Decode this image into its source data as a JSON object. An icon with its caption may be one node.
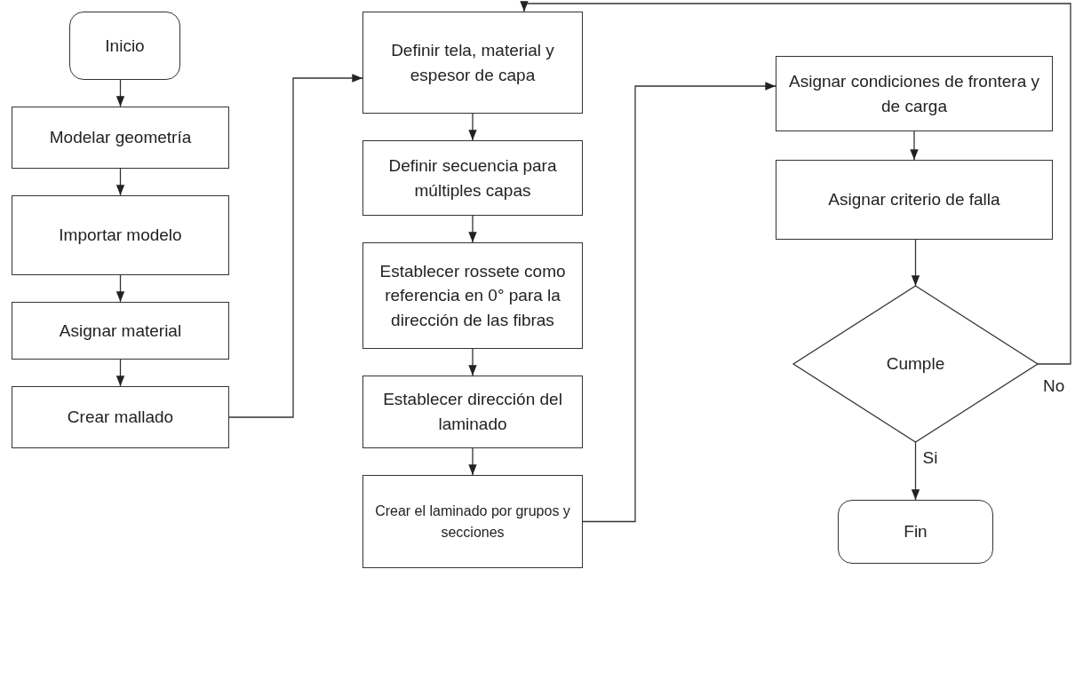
{
  "diagram": {
    "nodes": [
      {
        "text": [
          "Inicio"
        ]
      },
      {
        "text": [
          "Modelar geometría"
        ]
      },
      {
        "text": [
          "Importar modelo"
        ]
      },
      {
        "text": [
          "Asignar material"
        ]
      },
      {
        "text": [
          "Crear mallado"
        ]
      },
      {
        "text": [
          "Definir tela, material y espesor de capa"
        ]
      },
      {
        "text": [
          "Definir secuencia para múltiples capas"
        ]
      },
      {
        "text": [
          "Establecer rossete  como referencia en 0° para la dirección de las fibras"
        ]
      },
      {
        "text": [
          "Establecer dirección del laminado"
        ]
      },
      {
        "text": [
          "Crear el laminado por grupos y secciones"
        ]
      },
      {
        "text": [
          "Asignar condiciones de frontera y de carga"
        ]
      },
      {
        "text": [
          "Asignar criterio de falla"
        ]
      },
      {
        "text": [
          "Cumple"
        ]
      },
      {
        "text": [
          "Fin"
        ]
      }
    ],
    "edges": [
      {
        "from": 0,
        "to": 1,
        "arrow": "to"
      },
      {
        "from": 1,
        "to": 2,
        "arrow": "to"
      },
      {
        "from": 2,
        "to": 3,
        "arrow": "to"
      },
      {
        "from": 3,
        "to": 4,
        "arrow": "to"
      },
      {
        "from": 4,
        "to": 5,
        "arrow": "to"
      },
      {
        "from": 5,
        "to": 6,
        "arrow": "to"
      },
      {
        "from": 6,
        "to": 7,
        "arrow": "to"
      },
      {
        "from": 7,
        "to": 8,
        "arrow": "to"
      },
      {
        "from": 8,
        "to": 9,
        "arrow": "to"
      },
      {
        "from": 9,
        "to": 10,
        "arrow": "to"
      },
      {
        "from": 10,
        "to": 11,
        "arrow": "to"
      },
      {
        "from": 11,
        "to": 12,
        "arrow": "to"
      },
      {
        "from": 12,
        "to": 13,
        "arrow": "to",
        "label": "Si"
      },
      {
        "from": 12,
        "to": 5,
        "arrow": "to",
        "label": "No"
      }
    ]
  }
}
